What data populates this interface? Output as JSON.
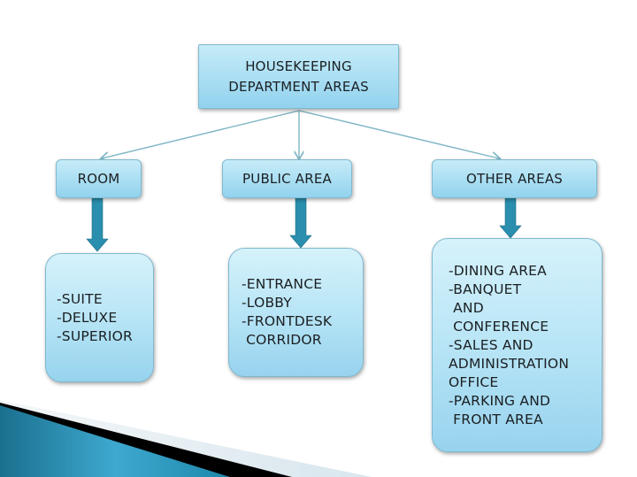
{
  "diagram": {
    "root": {
      "label_line1": "HOUSEKEEPING",
      "label_line2": "DEPARTMENT AREAS"
    },
    "categories": [
      {
        "label": "ROOM",
        "items": [
          "-SUITE",
          "-DELUXE",
          "-SUPERIOR"
        ]
      },
      {
        "label": "PUBLIC AREA",
        "items": [
          "-ENTRANCE",
          "-LOBBY",
          "-FRONTDESK",
          " CORRIDOR"
        ]
      },
      {
        "label": "OTHER AREAS",
        "items": [
          "-DINING AREA",
          "-BANQUET",
          " AND",
          " CONFERENCE",
          "-SALES AND",
          "ADMINISTRATION",
          "OFFICE",
          "-PARKING AND",
          " FRONT AREA"
        ]
      }
    ]
  },
  "colors": {
    "box_fill_top": "#c6ecf8",
    "box_fill_bottom": "#92d2ee",
    "arrow": "#2a8fae",
    "connector": "#7fb6c6",
    "corner_teal": "#1f86a8",
    "corner_black": "#000000"
  }
}
